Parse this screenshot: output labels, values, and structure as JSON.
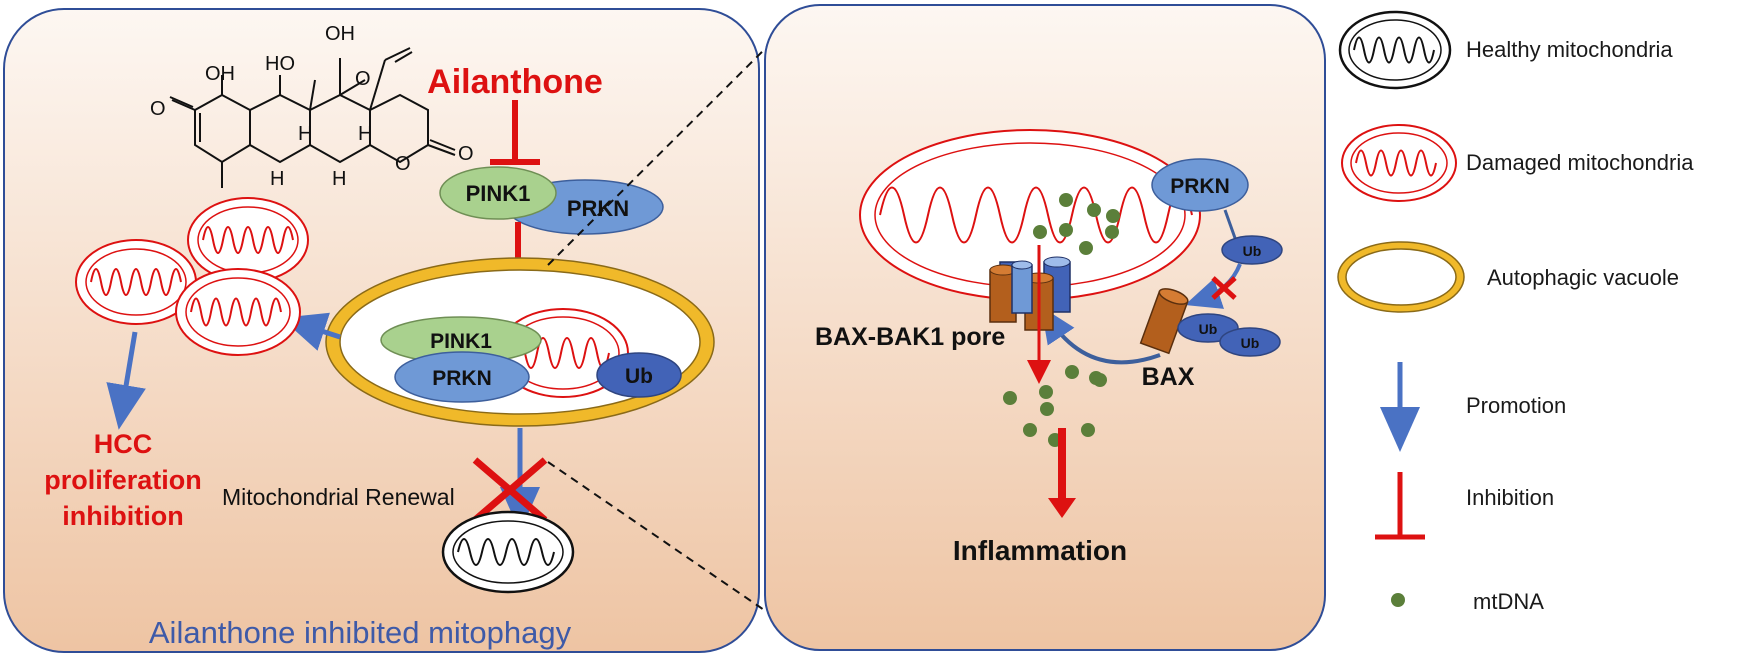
{
  "left_panel": {
    "compound": "Ailanthone",
    "proteins": {
      "pink1": "PINK1",
      "prkn": "PRKN",
      "ub": "Ub"
    },
    "outcome": [
      "HCC",
      "proliferation",
      "inhibition"
    ],
    "renewal": "Mitochondrial Renewal",
    "title": "Ailanthone inhibited mitophagy",
    "structure_labels": {
      "oh": "OH",
      "ho": "HO",
      "o": "O",
      "h": "H"
    }
  },
  "right_panel": {
    "prkn": "PRKN",
    "ub": "Ub",
    "pore": "BAX-BAK1 pore",
    "bax": "BAX",
    "result": "Inflammation"
  },
  "legend": {
    "healthy": "Healthy mitochondria",
    "damaged": "Damaged mitochondria",
    "vacuole": "Autophagic vacuole",
    "promotion": "Promotion",
    "inhibition": "Inhibition",
    "mtdna": "mtDNA"
  },
  "colors": {
    "red": "#dd1111",
    "blue_arrow": "#4a72c4",
    "green_protein": "#a9d18e",
    "blue_protein": "#6f99d6",
    "ub": "#4263b7",
    "vacuole": "#f0b92a",
    "dna": "#5b7f3a",
    "panel_top": "#fdf6f0",
    "panel_bottom": "#eec7a8"
  },
  "icons": [
    "healthy-mitochondria-icon",
    "damaged-mitochondria-icon",
    "autophagic-vacuole-icon",
    "promotion-arrow-icon",
    "inhibition-icon",
    "mtdna-dot-icon"
  ]
}
